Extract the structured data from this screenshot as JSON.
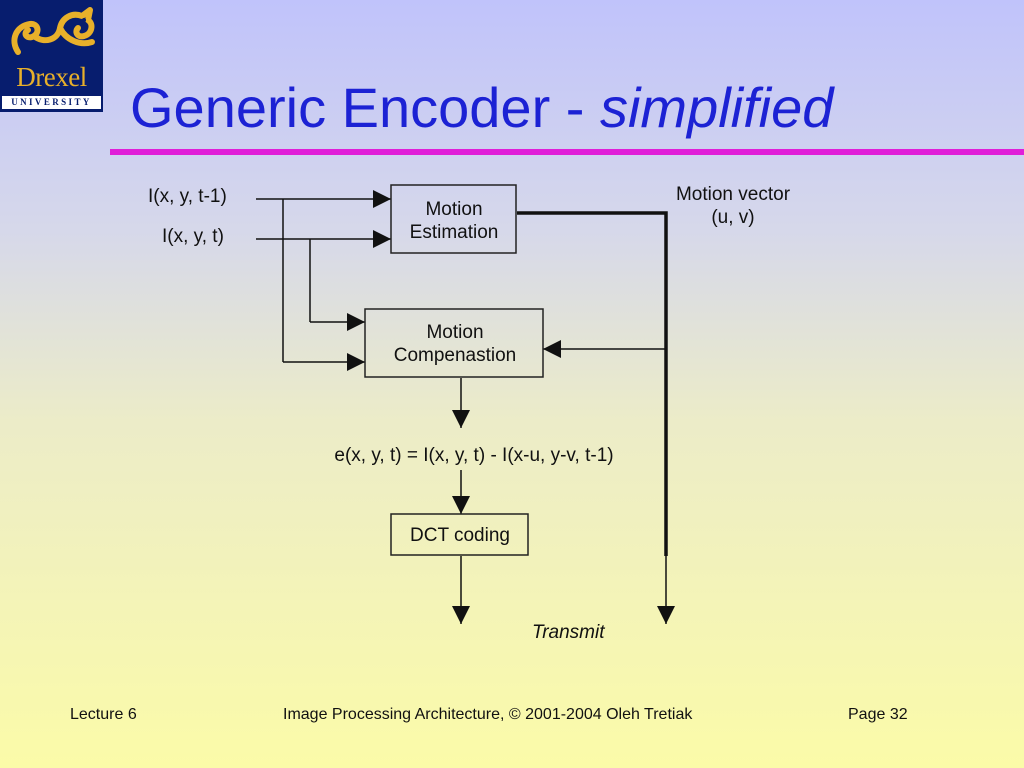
{
  "logo": {
    "wordmark": "Drexel",
    "subtext": "UNIVERSITY"
  },
  "title": {
    "main": "Generic Encoder - ",
    "emphasis": "simplified"
  },
  "diagram": {
    "inputs": [
      "I(x, y, t-1)",
      "I(x, y, t)"
    ],
    "motion_estimation": [
      "Motion",
      "Estimation"
    ],
    "motion_compensation": [
      "Motion",
      "Compenastion"
    ],
    "motion_vector": [
      "Motion vector",
      "(u, v)"
    ],
    "error_equation": "e(x, y, t) = I(x, y, t) - I(x-u, y-v, t-1)",
    "dct": "DCT coding",
    "transmit": "Transmit"
  },
  "footer": {
    "left": "Lecture 6",
    "center": "Image Processing Architecture, © 2001-2004  Oleh Tretiak",
    "right": "Page 32"
  },
  "colors": {
    "title": "#1c22d4",
    "rule": "#e01ed8",
    "logo_bg": "#071d6e",
    "logo_text": "#e8b02a"
  }
}
